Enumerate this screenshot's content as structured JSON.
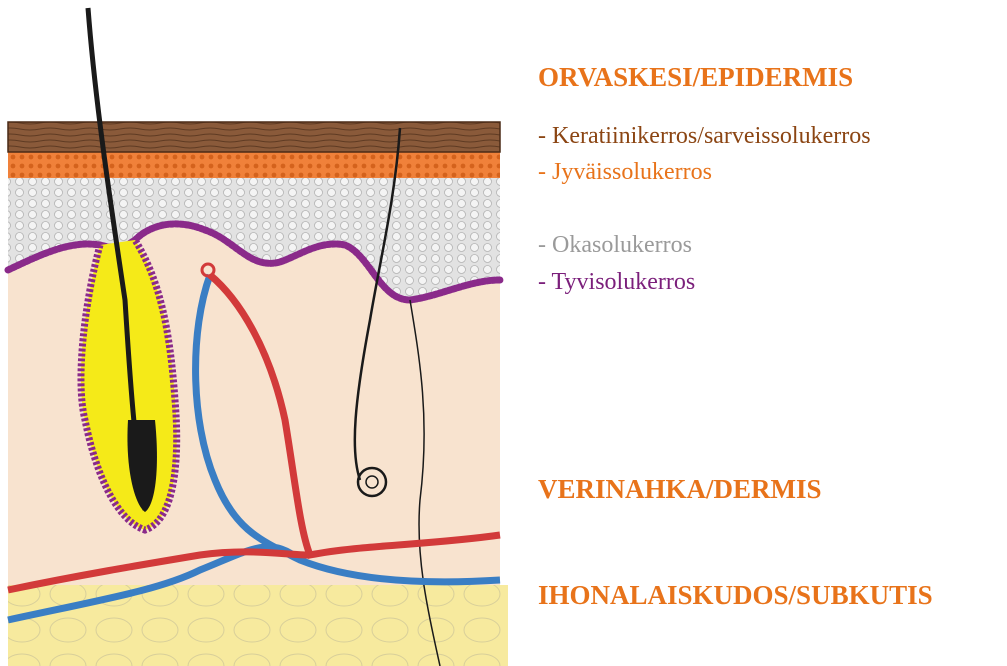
{
  "colors": {
    "heading": "#e8731a",
    "keratin": "#8b4513",
    "granular": "#e8731a",
    "spinous": "#9a9a9a",
    "basal": "#7b1f7b",
    "hair": "#1a1a1a",
    "follicle_sheath": "#f5ea18",
    "artery": "#d23a3a",
    "vein": "#3a7ec4",
    "dermis_fill": "#f8e3cf",
    "subcutis_fill": "#f7ea9e"
  },
  "labels": {
    "epidermis": "ORVASKESI/EPIDERMIS",
    "keratin_layer": "- Keratiinikerros/sarveissolukerros",
    "granular_layer": "- Jyväissolukerros",
    "spinous_layer": "- Okasolukerros",
    "basal_layer": "- Tyvisolukerros",
    "dermis": "VERINAHKA/DERMIS",
    "subcutis": "IHONALAISKUDOS/SUBKUTIS"
  }
}
